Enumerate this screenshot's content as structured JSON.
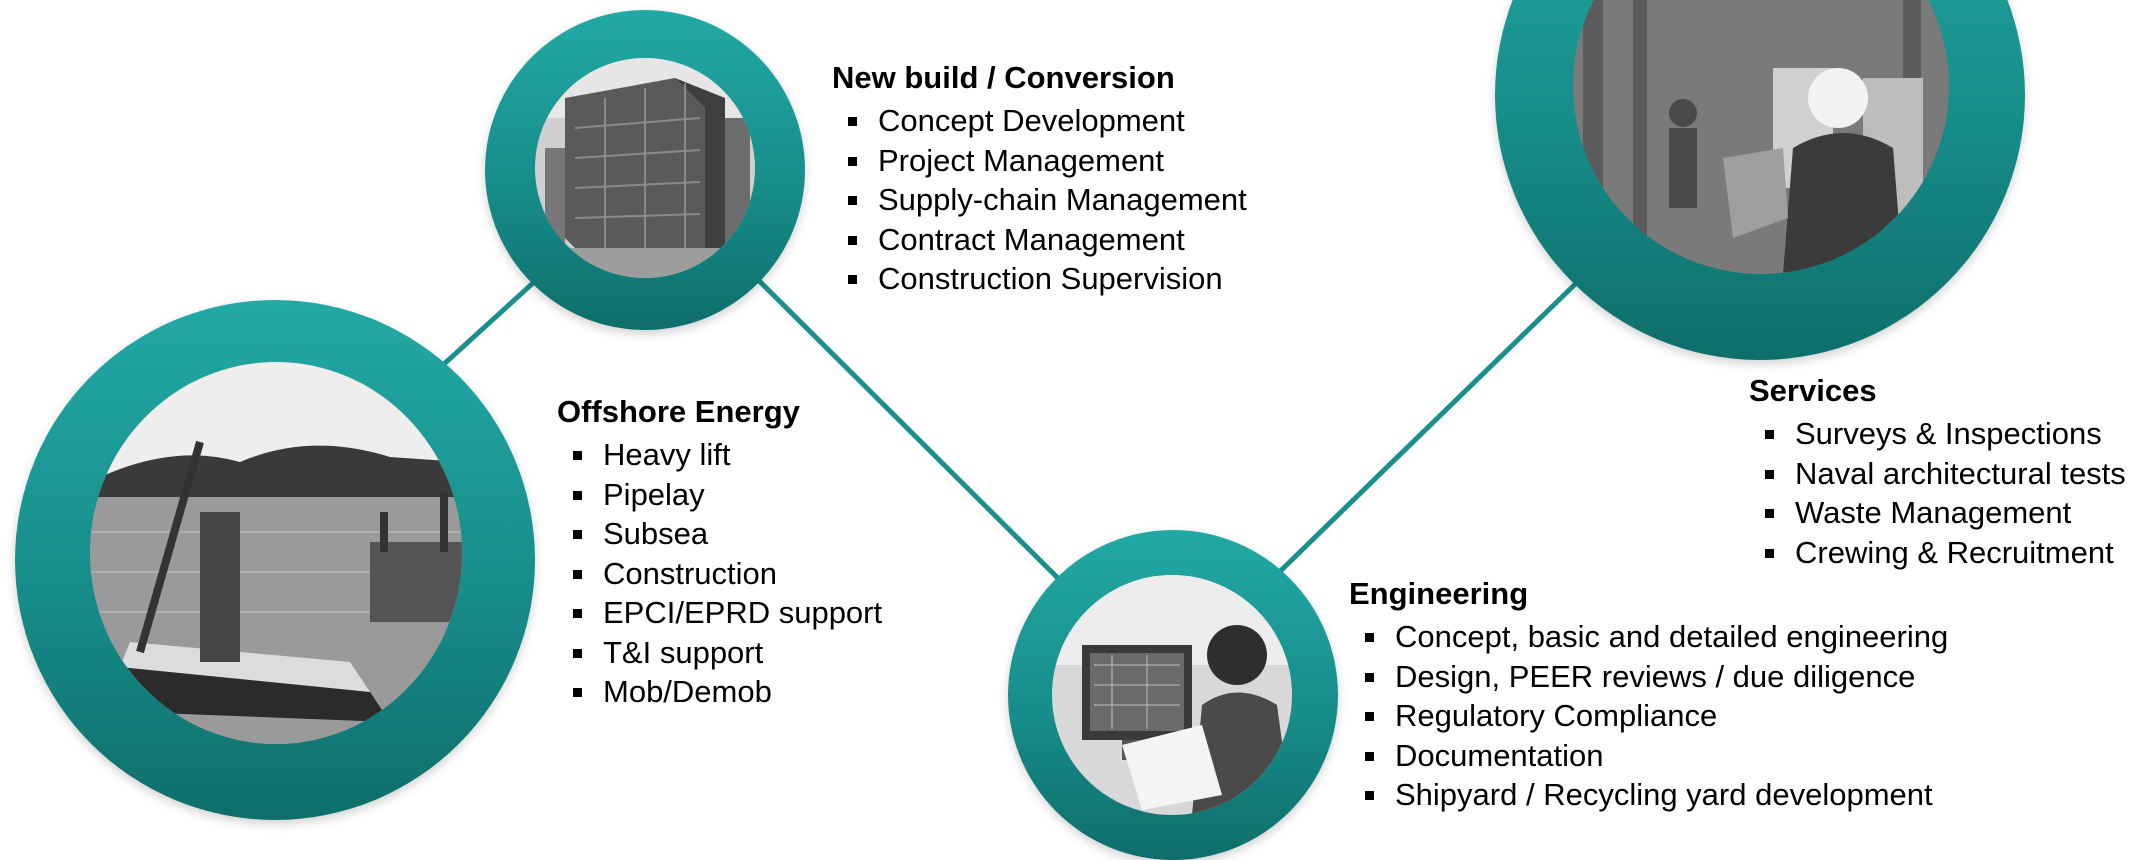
{
  "colors": {
    "accent": "#1b9e9a",
    "accent_dark": "#0e6e6b",
    "connector": "#1b8f8b"
  },
  "sections": [
    {
      "title": "New build / Conversion",
      "items": [
        "Concept Development",
        "Project Management",
        "Supply-chain Management",
        "Contract Management",
        "Construction Supervision"
      ]
    },
    {
      "title": "Offshore Energy",
      "items": [
        "Heavy lift",
        "Pipelay",
        "Subsea",
        "Construction",
        "EPCI/EPRD support",
        "T&I support",
        "Mob/Demob"
      ]
    },
    {
      "title": "Engineering",
      "items": [
        "Concept, basic and detailed engineering",
        "Design, PEER reviews / due diligence",
        "Regulatory Compliance",
        "Documentation",
        "Shipyard / Recycling yard development"
      ]
    },
    {
      "title": "Services",
      "items": [
        "Surveys & Inspections",
        "Naval architectural tests",
        "Waste Management",
        "Crewing & Recruitment"
      ]
    }
  ]
}
